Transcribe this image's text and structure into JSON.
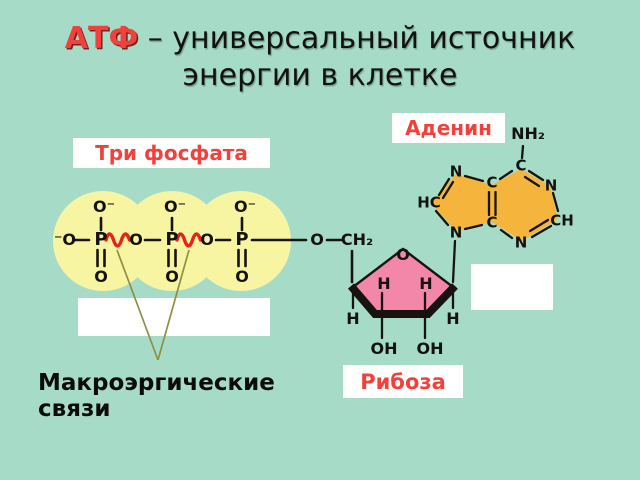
{
  "title": {
    "highlight": "АТФ",
    "line1_rest": "– универсальный источник",
    "line2": "энергии в клетке"
  },
  "labels": {
    "phosphates": "Три фосфата",
    "adenine": "Аденин",
    "ribose": "Рибоза",
    "macro_bonds": "Макроэргические связи"
  },
  "molecule": {
    "phosphate_group": {
      "terminal_o": "⁻O",
      "p": [
        "P",
        "P",
        "P"
      ],
      "bridge_o": [
        "O",
        "O"
      ],
      "top_o": [
        "O⁻",
        "O⁻",
        "O⁻"
      ],
      "bottom_o": [
        "O",
        "O",
        "O"
      ],
      "linker_o": "O",
      "ch2": "CH₂"
    },
    "ribose": {
      "o": "O",
      "h_inner_left": "H",
      "h_inner_right": "H",
      "h_outer_left": "H",
      "h_outer_right": "H",
      "oh_left": "OH",
      "oh_right": "OH"
    },
    "adenine": {
      "nh2": "NH₂",
      "c_top": "C",
      "n_right": "N",
      "ch_right": "CH",
      "n_bottom": "N",
      "c_bottom_left": "C",
      "c_top_left": "C",
      "n_top_5ring": "N",
      "hc_left": "HC",
      "n_bottom_5ring": "N"
    }
  },
  "colors": {
    "background": "#a6dcc7",
    "phosphate_blob": "#f8f5a2",
    "adenine_fill": "#f5b53d",
    "ribose_fill": "#f287a9",
    "accent_red": "#f2413c",
    "wavy_bond_red": "#e8211c",
    "pointer_line_olive": "#8e9045",
    "bond_black": "#171310"
  }
}
